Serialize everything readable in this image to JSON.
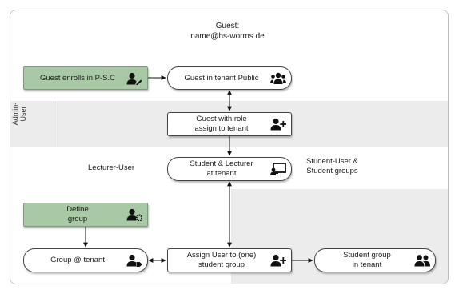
{
  "lanes": {
    "guest_title": "Guest:\nname@hs-worms.de",
    "admin_label": "Admin-\nUser",
    "lecturer_label": "Lecturer-User",
    "student_label": "Student-User &\nStudent groups"
  },
  "nodes": {
    "guest_enrolls": "Guest enrolls in P-S.C",
    "guest_tenant_public": "Guest in tenant Public",
    "guest_role": "Guest with role\nassign to tenant",
    "student_lecturer": "Student & Lecturer\nat tenant",
    "define_group": "Define\ngroup",
    "group_tenant": "Group @ tenant",
    "assign_user": "Assign User to (one)\nstudent group",
    "student_group": "Student group\nin tenant"
  },
  "icons": {
    "guest_enrolls": "user-edit-icon",
    "guest_tenant_public": "users-group-icon",
    "guest_role": "user-plus-icon",
    "student_lecturer": "chalkboard-teacher-icon",
    "define_group": "user-cog-icon",
    "group_tenant": "user-tag-icon",
    "assign_user": "user-plus-icon",
    "student_group": "user-friends-icon"
  },
  "colors": {
    "action_green": "#a9c8a5",
    "lane_gray": "#ececec"
  }
}
